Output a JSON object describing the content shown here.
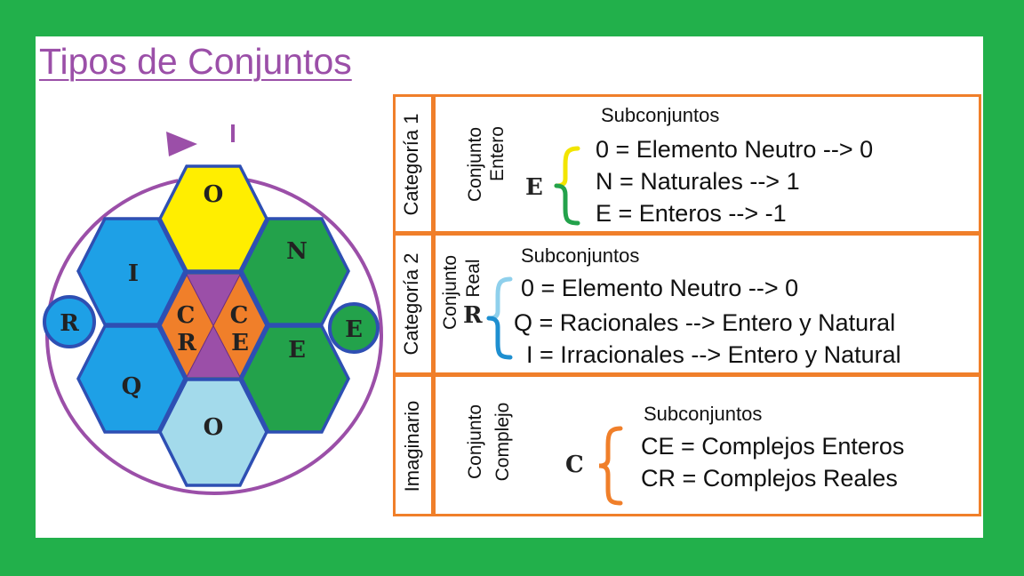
{
  "title": "Tipos de Conjuntos",
  "hexagons": {
    "top": "O",
    "upper_left": "I",
    "upper_right": "N",
    "lower_left": "Q",
    "lower_right": "E",
    "bottom": "O",
    "center_left_top": "C",
    "center_left_bottom": "R",
    "center_right_top": "C",
    "center_right_bottom": "E",
    "circle_left": "R",
    "circle_right": "E"
  },
  "colors": {
    "background_frame": "#22b04b",
    "title": "#9b4fa8",
    "box_border": "#f07f2a",
    "hex_yellow": "#ffee00",
    "hex_blue": "#1ea0e6",
    "hex_green": "#23a24b",
    "hex_lightblue": "#a3daeb",
    "hex_orange": "#f07f2a",
    "hex_purple": "#9b4fa8"
  },
  "categories": [
    {
      "tab": "Categoría 1",
      "set_name_line1": "Conjunto",
      "set_name_line2": "Entero",
      "symbol": "E",
      "subtitle": "Subconjuntos",
      "items": [
        "0 = Elemento Neutro --> 0",
        "N = Naturales --> 1",
        "E = Enteros --> -1"
      ]
    },
    {
      "tab": "Categoría 2",
      "set_name_line1": "Conjunto",
      "set_name_line2": "Real",
      "symbol": "R",
      "subtitle": "Subconjuntos",
      "items": [
        "0 = Elemento Neutro --> 0",
        "Q = Racionales --> Entero y Natural",
        "I = Irracionales --> Entero y Natural"
      ]
    },
    {
      "tab": "Imaginario",
      "set_name_line1": "Conjunto",
      "set_name_line2": "Complejo",
      "symbol": "C",
      "subtitle": "Subconjuntos",
      "items": [
        "CE = Complejos Enteros",
        "CR = Complejos  Reales"
      ]
    }
  ]
}
